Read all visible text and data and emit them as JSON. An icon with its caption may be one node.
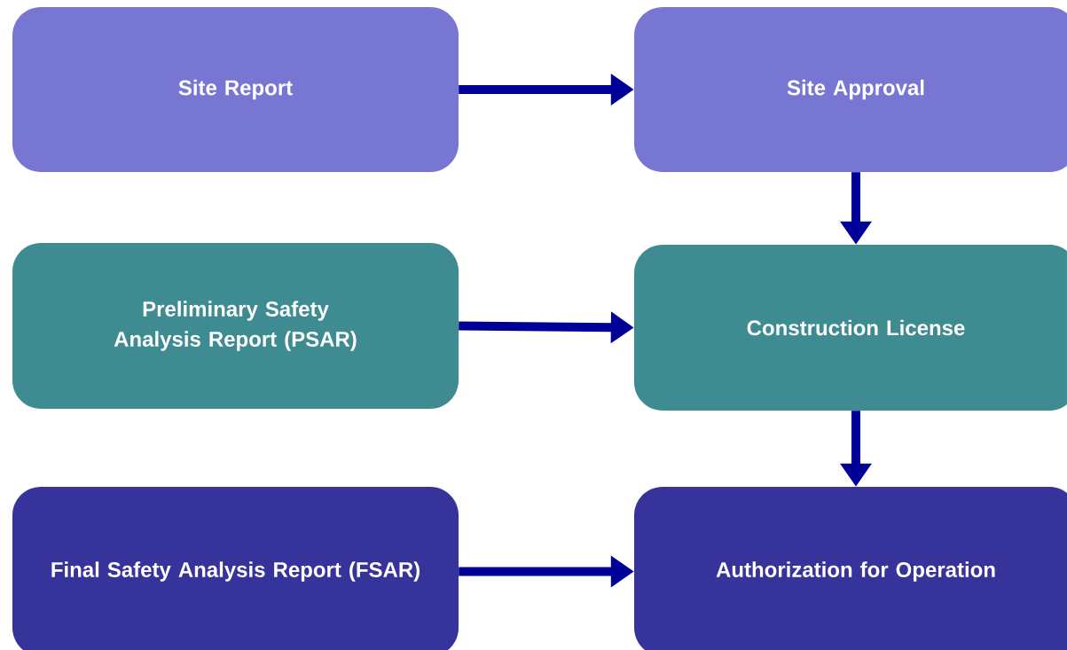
{
  "diagram": {
    "nodes": [
      {
        "text": [
          "Site Report"
        ]
      },
      {
        "text": [
          "Site Approval"
        ]
      },
      {
        "text": [
          "Preliminary Safety Analysis Report (PSAR)"
        ]
      },
      {
        "text": [
          "Construction License"
        ]
      },
      {
        "text": [
          "Final Safety Analysis Report (FSAR)"
        ]
      },
      {
        "text": [
          "Authorization for Operation"
        ]
      }
    ],
    "edges": [
      {
        "from": 0,
        "to": 1,
        "arrow": "to"
      },
      {
        "from": 1,
        "to": 3,
        "arrow": "to"
      },
      {
        "from": 2,
        "to": 3,
        "arrow": "to"
      },
      {
        "from": 3,
        "to": 5,
        "arrow": "to"
      },
      {
        "from": 4,
        "to": 5,
        "arrow": "to"
      }
    ]
  }
}
